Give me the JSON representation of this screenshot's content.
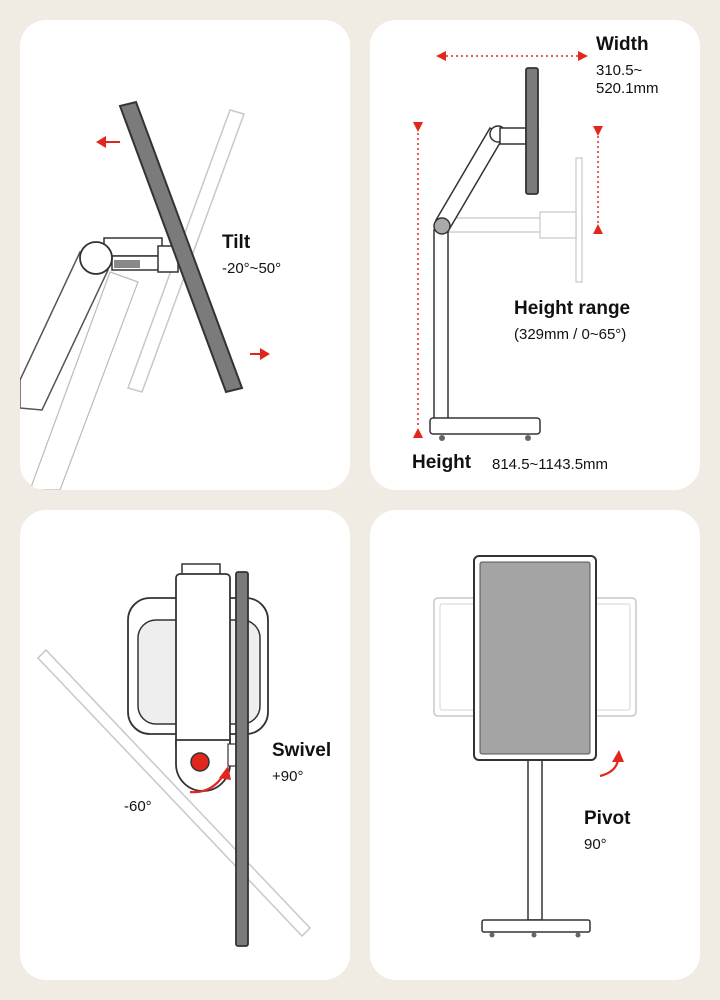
{
  "colors": {
    "accent": "#e1261c",
    "screen": "#7b7b7b",
    "outline": "#333333",
    "ghost": "#c8c8c8",
    "panel_bg": "#ffffff",
    "page_bg": "#f0ebe3"
  },
  "tilt": {
    "title": "Tilt",
    "range": "-20°~50°"
  },
  "height": {
    "width_title": "Width",
    "width_line1": "310.5~",
    "width_line2": "520.1mm",
    "range_title": "Height range",
    "range_value": "(329mm / 0~65°)",
    "height_title": "Height",
    "height_value": "814.5~1143.5mm"
  },
  "swivel": {
    "title": "Swivel",
    "plus": "+90°",
    "minus": "-60°"
  },
  "pivot": {
    "title": "Pivot",
    "value": "90°"
  }
}
